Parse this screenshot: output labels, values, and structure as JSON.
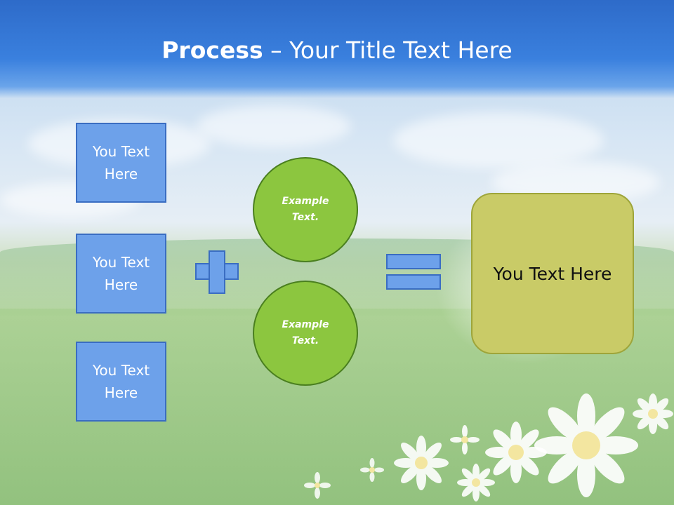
{
  "title": {
    "bold": "Process",
    "rest": " – Your Title Text Here"
  },
  "left_boxes": [
    {
      "label": "You Text Here"
    },
    {
      "label": "You Text Here"
    },
    {
      "label": "You Text Here"
    }
  ],
  "circles": [
    {
      "label": "Example Text."
    },
    {
      "label": "Example Text."
    }
  ],
  "result": {
    "label": "You Text Here"
  },
  "colors": {
    "band": "#3a80de",
    "box_fill": "#6da1ea",
    "box_border": "#3a6dc2",
    "circle_fill": "#8cc63f",
    "circle_border": "#4a7f1f",
    "result_fill": "#c9cb67",
    "result_border": "#9ea53a"
  },
  "icons": [
    "plus-icon",
    "equals-icon",
    "daisy-icon"
  ]
}
